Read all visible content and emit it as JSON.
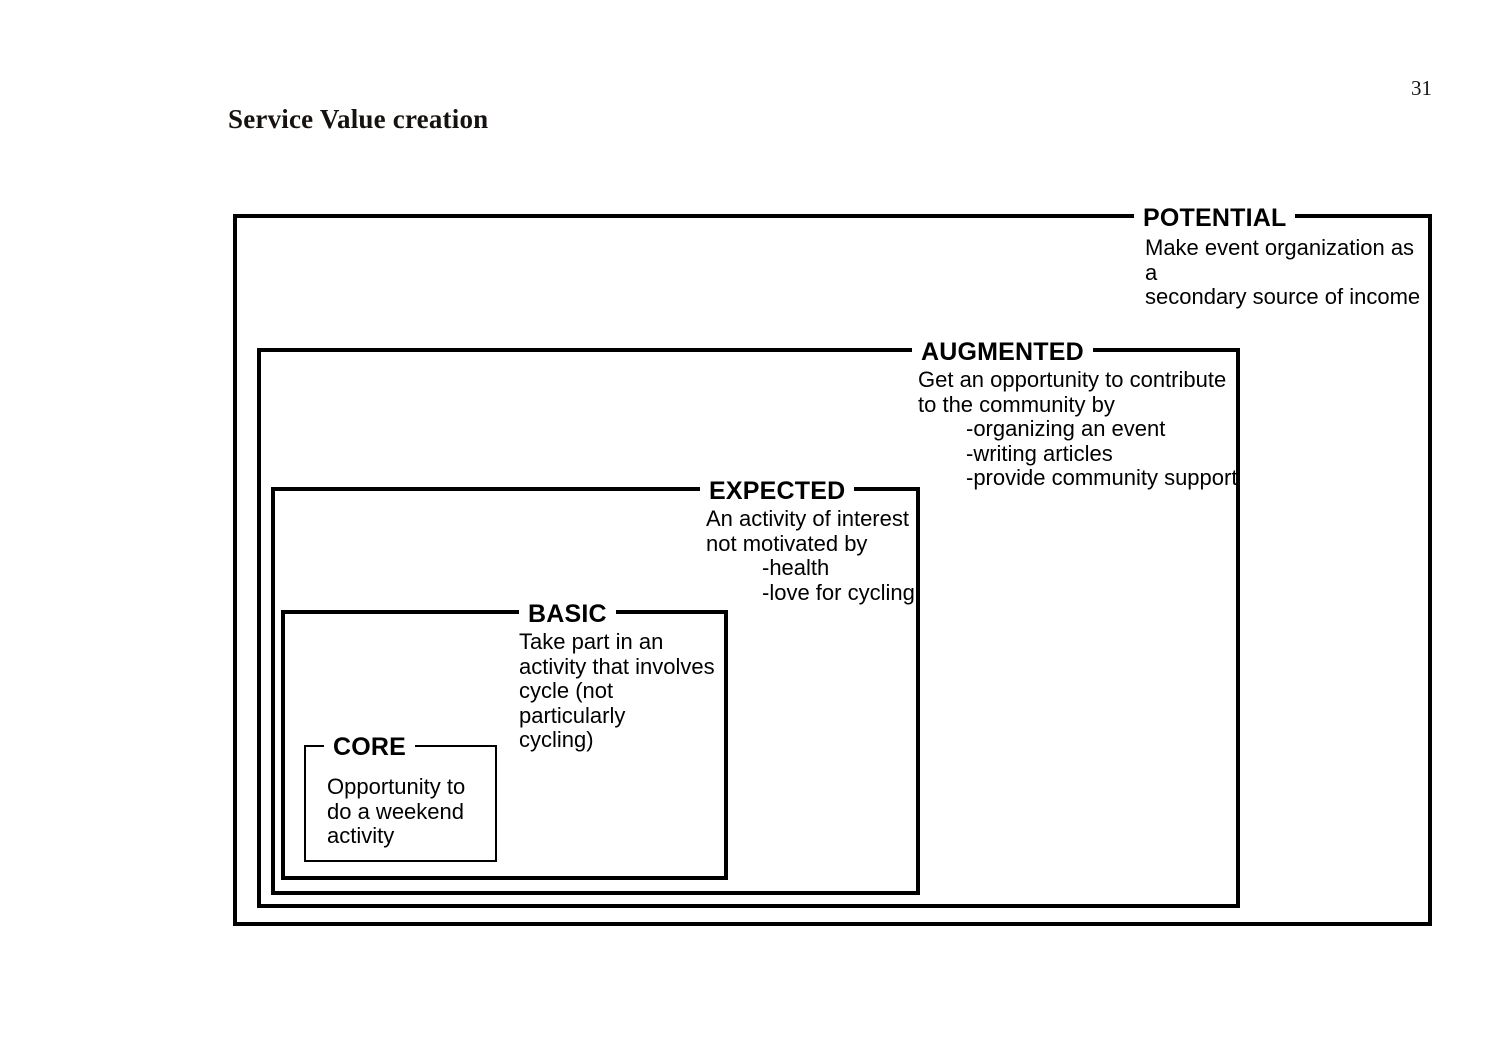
{
  "page": {
    "title": "Service Value creation",
    "page_number": "31",
    "background_color": "#ffffff",
    "line_color": "#000000",
    "text_color": "#000000"
  },
  "diagram": {
    "type": "nested-service-value-rings",
    "levels": [
      {
        "id": "potential",
        "label": "POTENTIAL",
        "body": "Make event organization as a\nsecondary source of income",
        "sublist": []
      },
      {
        "id": "augmented",
        "label": "AUGMENTED",
        "body": "Get an opportunity to contribute\nto the community by",
        "sublist": [
          "-organizing an event",
          "-writing articles",
          "-provide community support"
        ]
      },
      {
        "id": "expected",
        "label": "EXPECTED",
        "body": "An activity of interest\nnot motivated by",
        "sublist": [
          "-health",
          "-love for cycling"
        ]
      },
      {
        "id": "basic",
        "label": "BASIC",
        "body": "Take part in an\nactivity that involves\ncycle (not particularly\ncycling)",
        "sublist": []
      },
      {
        "id": "core",
        "label": "CORE",
        "body": "Opportunity to\ndo a weekend\nactivity",
        "sublist": []
      }
    ]
  }
}
